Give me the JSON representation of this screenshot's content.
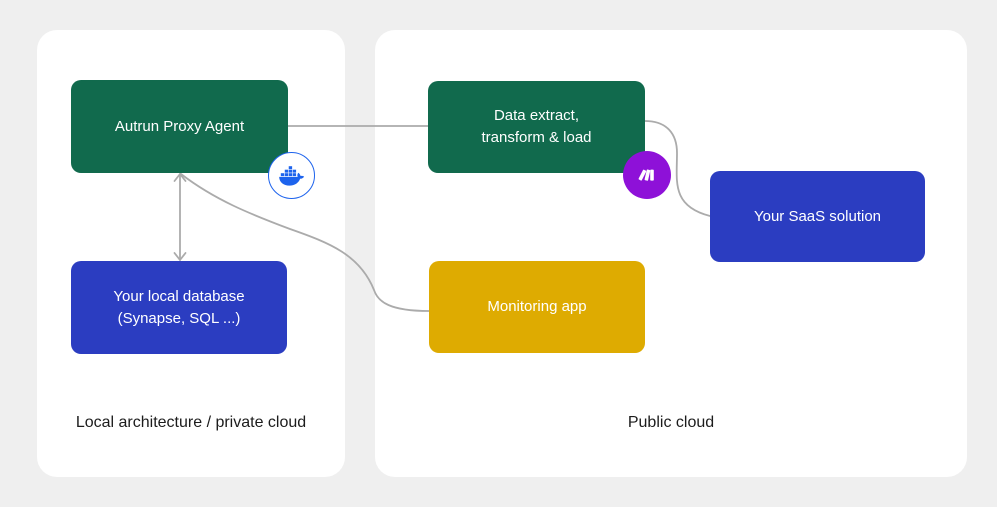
{
  "colors": {
    "bg": "#EFEFEF",
    "panel": "#FFFFFF",
    "green": "#116A4D",
    "blue": "#2B3DC1",
    "yellow": "#DEAB01",
    "purple": "#8E11D8",
    "docker_blue": "#1D63ED",
    "line": "#ABABAB",
    "text_dark": "#1C1C1C",
    "text_light": "#FFFFFF"
  },
  "diagram": {
    "left_panel": {
      "label": "Local architecture / private cloud",
      "nodes": {
        "proxy_agent": {
          "label": "Autrun Proxy Agent"
        },
        "local_database": {
          "line1": "Your local database",
          "line2": "(Synapse, SQL ...)"
        }
      }
    },
    "right_panel": {
      "label": "Public cloud",
      "nodes": {
        "etl": {
          "line1": "Data extract,",
          "line2": "transform & load"
        },
        "saas": {
          "label": "Your SaaS solution"
        },
        "monitoring": {
          "label": "Monitoring app"
        }
      }
    },
    "icons": {
      "docker": "docker-whale-icon",
      "make": "make-logo-icon"
    }
  }
}
